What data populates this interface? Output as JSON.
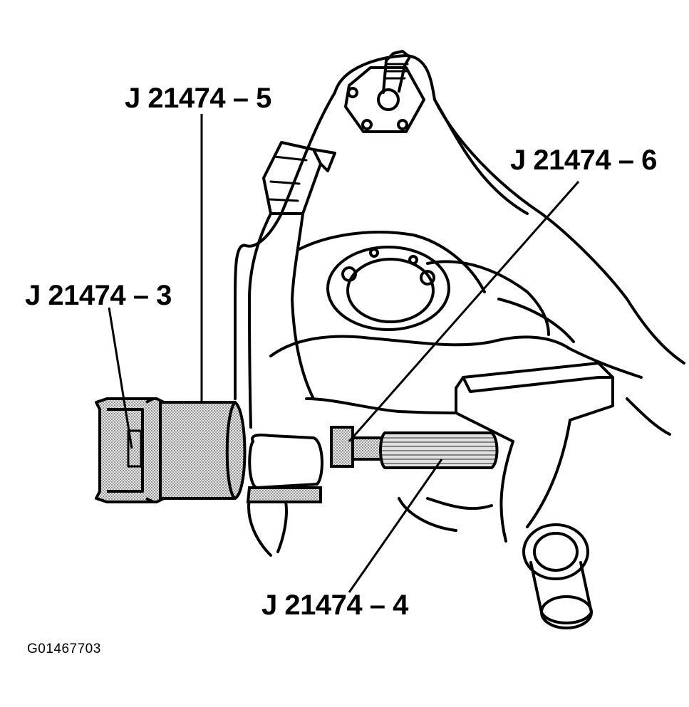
{
  "labels": {
    "j5": "J 21474 – 5",
    "j6": "J 21474 – 6",
    "j3": "J 21474 – 3",
    "j4": "J 21474 – 4"
  },
  "figure_id": "G01467703",
  "colors": {
    "ink": "#000000",
    "tool_fill": "#d9d9d9",
    "background": "#ffffff"
  }
}
